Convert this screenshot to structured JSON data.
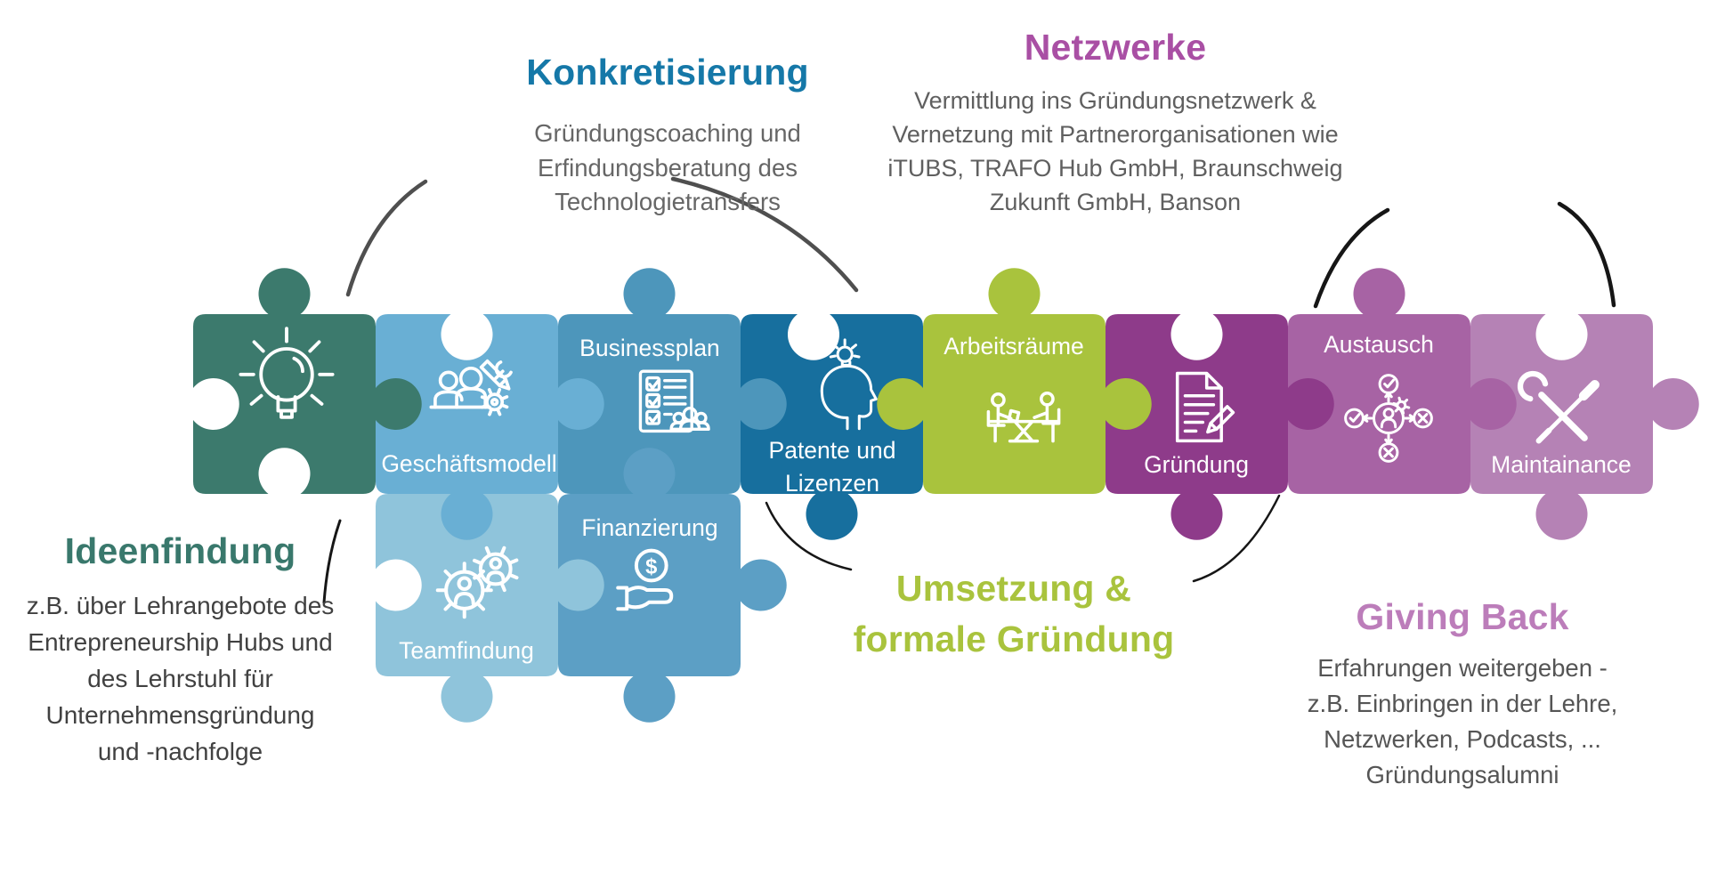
{
  "background": "#ffffff",
  "label_color": "#ffffff",
  "icon_color": "#ffffff",
  "connector_colors": {
    "gray": "#4F4F4F",
    "black": "#161616"
  },
  "annotations": {
    "ideenfindung": {
      "heading": "Ideenfindung",
      "heading_color": "#39786C",
      "body": "z.B. über Lehrangebote des\nEntrepreneurship Hubs und\ndes Lehrstuhl für\nUnternehmensgründung\nund -nachfolge",
      "body_color": "#414141"
    },
    "konkretisierung": {
      "heading": "Konkretisierung",
      "heading_color": "#1578A8",
      "body": "Gründungscoaching und\nErfindungsberatung des\nTechnologietransfers",
      "body_color": "#666666"
    },
    "netzwerke": {
      "heading": "Netzwerke",
      "heading_color": "#A94FA4",
      "body": "Vermittlung ins Gründungsnetzwerk &\nVernetzung mit Partnerorganisationen wie\niTUBS, TRAFO Hub GmbH, Braunschweig\nZukunft GmbH, Banson",
      "body_color": "#5F5F5F"
    },
    "umsetzung": {
      "heading": "Umsetzung &\nformale Gründung",
      "heading_color": "#A9C33D"
    },
    "giving_back": {
      "heading": "Giving Back",
      "heading_color": "#BC7DBA",
      "body": "Erfahrungen weitergeben -\nz.B. Einbringen in der Lehre,\nNetzwerken, Podcasts, ...\nGründungsalumni",
      "body_color": "#555555"
    }
  },
  "pieces": [
    {
      "id": "ideenfindung",
      "label": "",
      "color": "#3C7A6D",
      "icon": "lightbulb-icon"
    },
    {
      "id": "geschaeftsmodell",
      "label": "Geschäftsmodell",
      "color": "#69AFD4",
      "icon": "team-tools-icon"
    },
    {
      "id": "businessplan",
      "label": "Businessplan",
      "color": "#4D96BB",
      "icon": "checklist-icon"
    },
    {
      "id": "patente",
      "label": "Patente und\nLizenzen",
      "color": "#176F9E",
      "icon": "head-bulb-icon"
    },
    {
      "id": "arbeitsraeume",
      "label": "Arbeitsräume",
      "color": "#A9C33D",
      "icon": "workspace-icon"
    },
    {
      "id": "gruendung",
      "label": "Gründung",
      "color": "#8E3B8A",
      "icon": "document-icon"
    },
    {
      "id": "austausch",
      "label": "Austausch",
      "color": "#A763A4",
      "icon": "network-icon"
    },
    {
      "id": "maintainance",
      "label": "Maintainance",
      "color": "#B582B5",
      "icon": "tools-icon"
    },
    {
      "id": "teamfindung",
      "label": "Teamfindung",
      "color": "#8FC4DB",
      "icon": "gears-people-icon"
    },
    {
      "id": "finanzierung",
      "label": "Finanzierung",
      "color": "#5C9FC5",
      "icon": "coin-hand-icon"
    }
  ]
}
